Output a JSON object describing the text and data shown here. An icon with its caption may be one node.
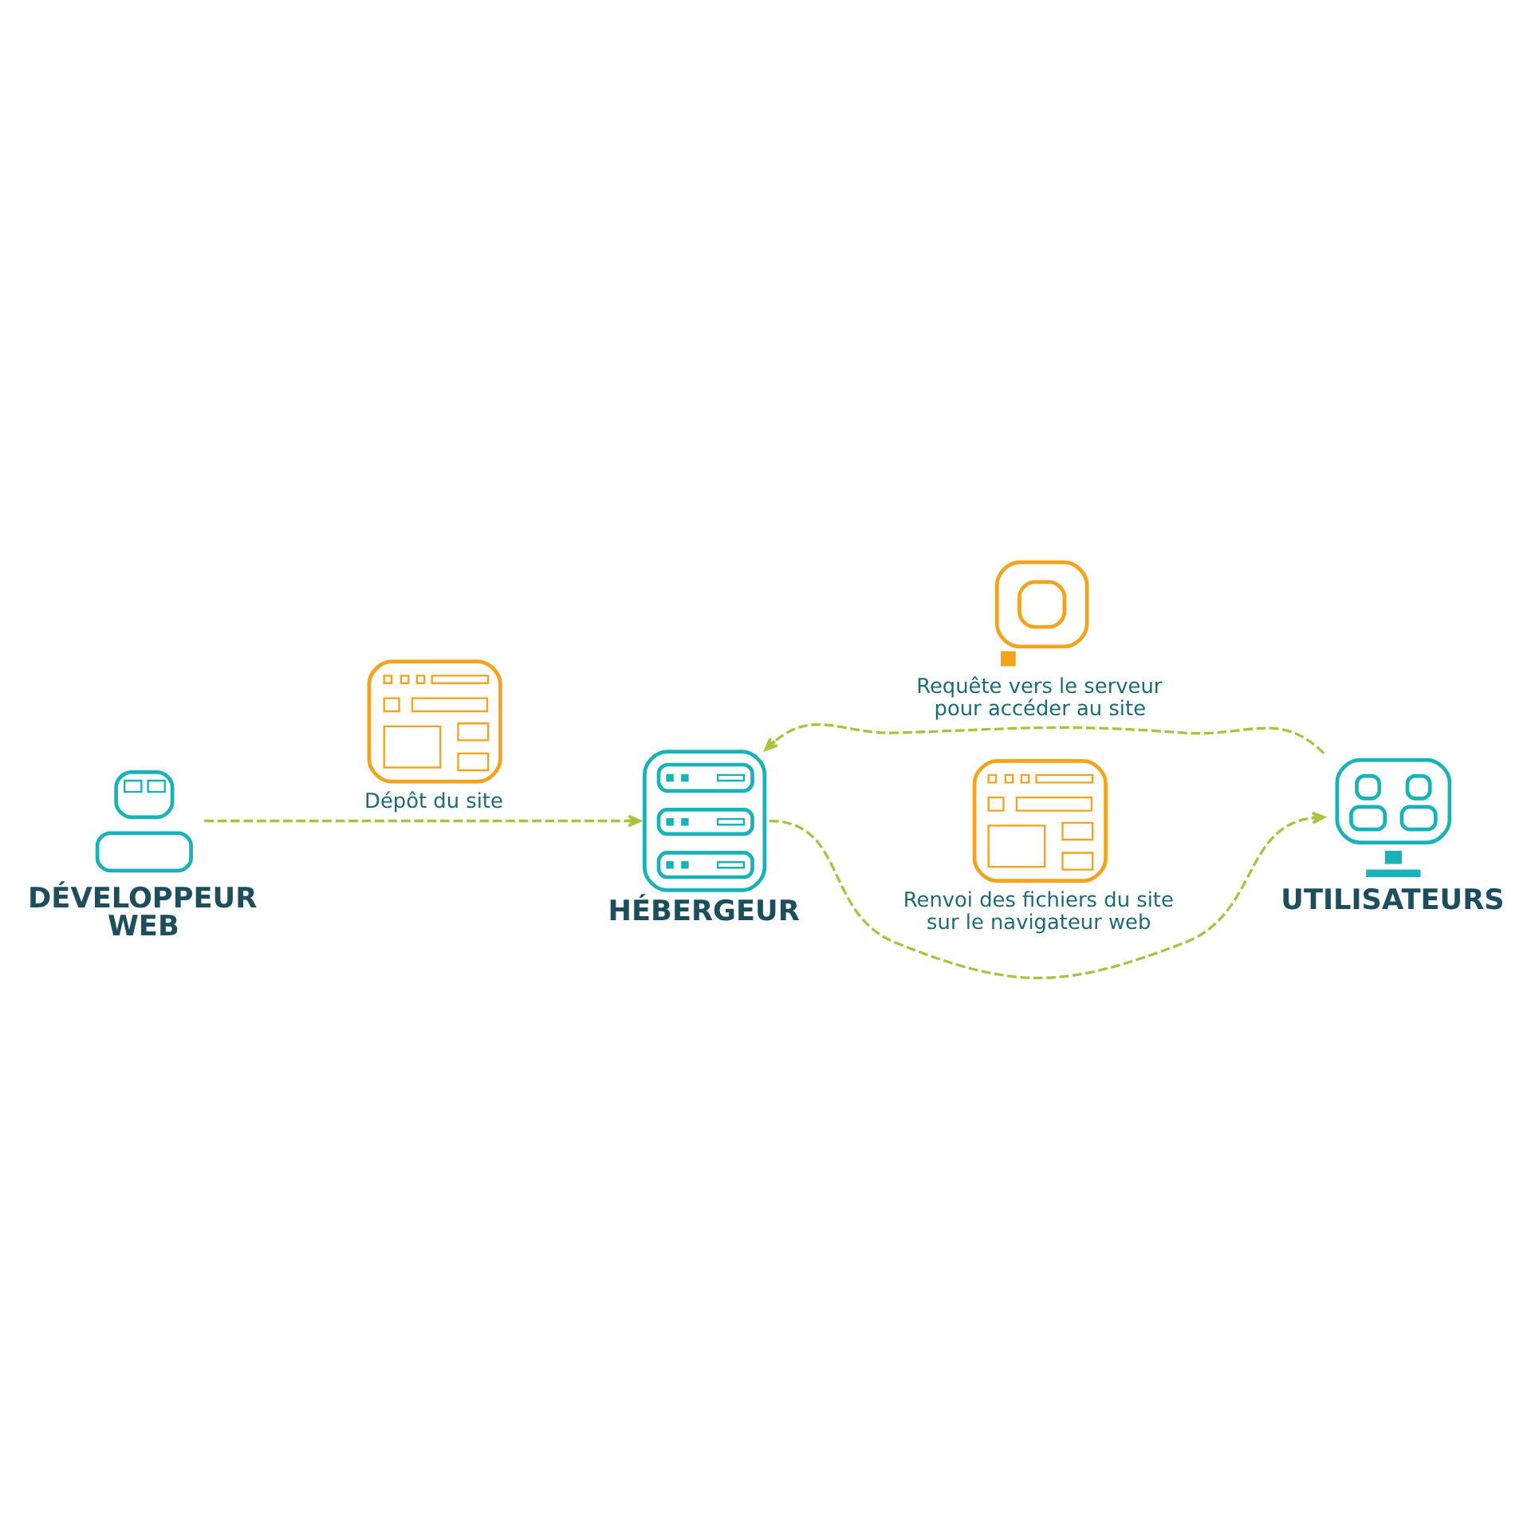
{
  "diagram": {
    "nodes": [
      {
        "text": [
          "DÉVELOPPEUR WEB"
        ]
      },
      {
        "text": [
          "HÉBERGEUR"
        ]
      },
      {
        "text": [
          "UTILISATEURS"
        ]
      }
    ],
    "edges": [
      {
        "from": 0,
        "to": 1,
        "arrow": "to",
        "style": "dashed",
        "label": "Dépôt du site"
      },
      {
        "from": 2,
        "to": 1,
        "arrow": "to",
        "style": "dashed",
        "label": "Requête vers le serveur pour accéder au site"
      },
      {
        "from": 1,
        "to": 2,
        "arrow": "to",
        "style": "dashed",
        "label": "Renvoi des fichiers du site sur le navigateur web"
      }
    ]
  }
}
